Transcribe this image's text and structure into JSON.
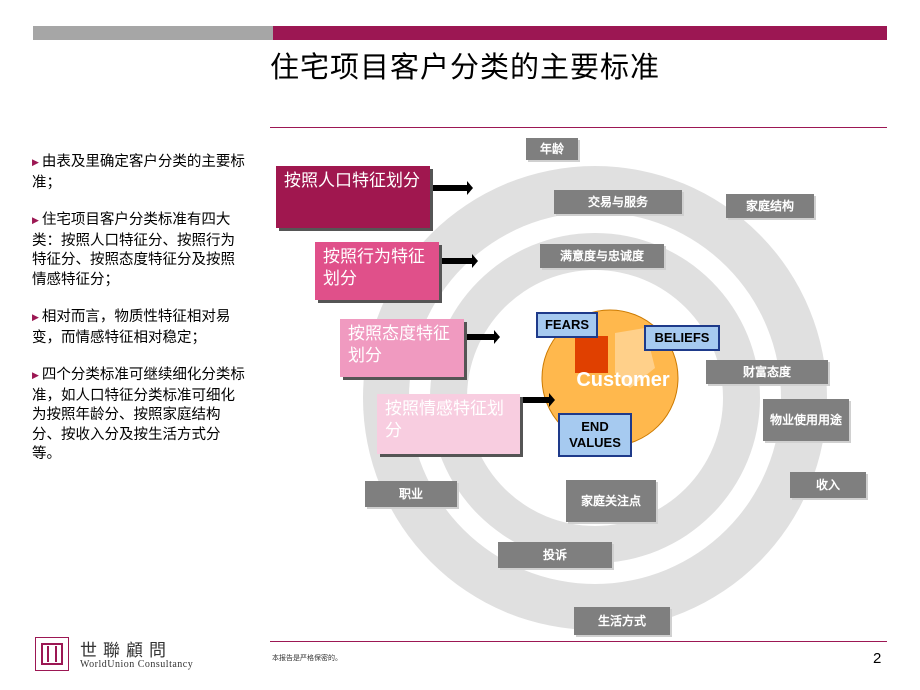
{
  "title": "住宅项目客户分类的主要标准",
  "bullets": [
    "由表及里确定客户分类的主要标准；",
    "住宅项目客户分类标准有四大类：按照人口特征分、按照行为特征分、按照态度特征分及按照情感特征分；",
    "相对而言，物质性特征相对易变，而情感特征相对稳定；",
    "四个分类标准可继续细化分类标准，如人口特征分类标准可细化为按照年龄分、按照家庭结构分、按收入分及按生活方式分等。"
  ],
  "categories": [
    {
      "label": "按照人口特征划分",
      "color": "#a0174f"
    },
    {
      "label": "按照行为特征划分",
      "color": "#e0508a"
    },
    {
      "label": "按照态度特征划分",
      "color": "#f09ac0"
    },
    {
      "label": "按照情感特征划分",
      "color": "#f8cde0"
    }
  ],
  "tags": {
    "age": "年龄",
    "transaction": "交易与服务",
    "family_structure": "家庭结构",
    "satisfaction": "满意度与忠诚度",
    "wealth_attitude": "财富态度",
    "property_use": "物业使用用途",
    "income": "收入",
    "occupation": "职业",
    "family_concern": "家庭关注点",
    "complaint": "投诉",
    "lifestyle": "生活方式"
  },
  "core": {
    "label": "Customer",
    "fears": "FEARS",
    "beliefs": "BELIEFS",
    "end_values_1": "END",
    "end_values_2": "VALUES"
  },
  "colors": {
    "accent": "#9c1753",
    "tag_gray": "#7f7f7f",
    "core_orange": "#ffb84d"
  },
  "logo": {
    "cn": "世聯顧問",
    "en": "WorldUnion Consultancy"
  },
  "footnote": "本报告是严格保密的。",
  "page_number": "2"
}
